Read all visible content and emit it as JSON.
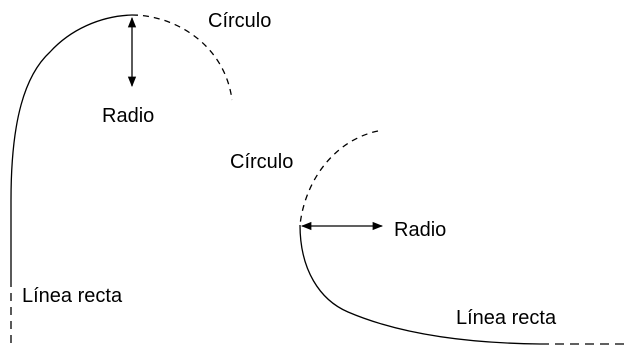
{
  "labels": {
    "top_circle": "Círculo",
    "top_radius": "Radio",
    "left_straight_line": "Línea recta",
    "middle_circle": "Círculo",
    "middle_radius": "Radio",
    "bottom_straight_line": "Línea recta"
  },
  "colors": {
    "stroke": "#000000",
    "background": "#ffffff"
  }
}
